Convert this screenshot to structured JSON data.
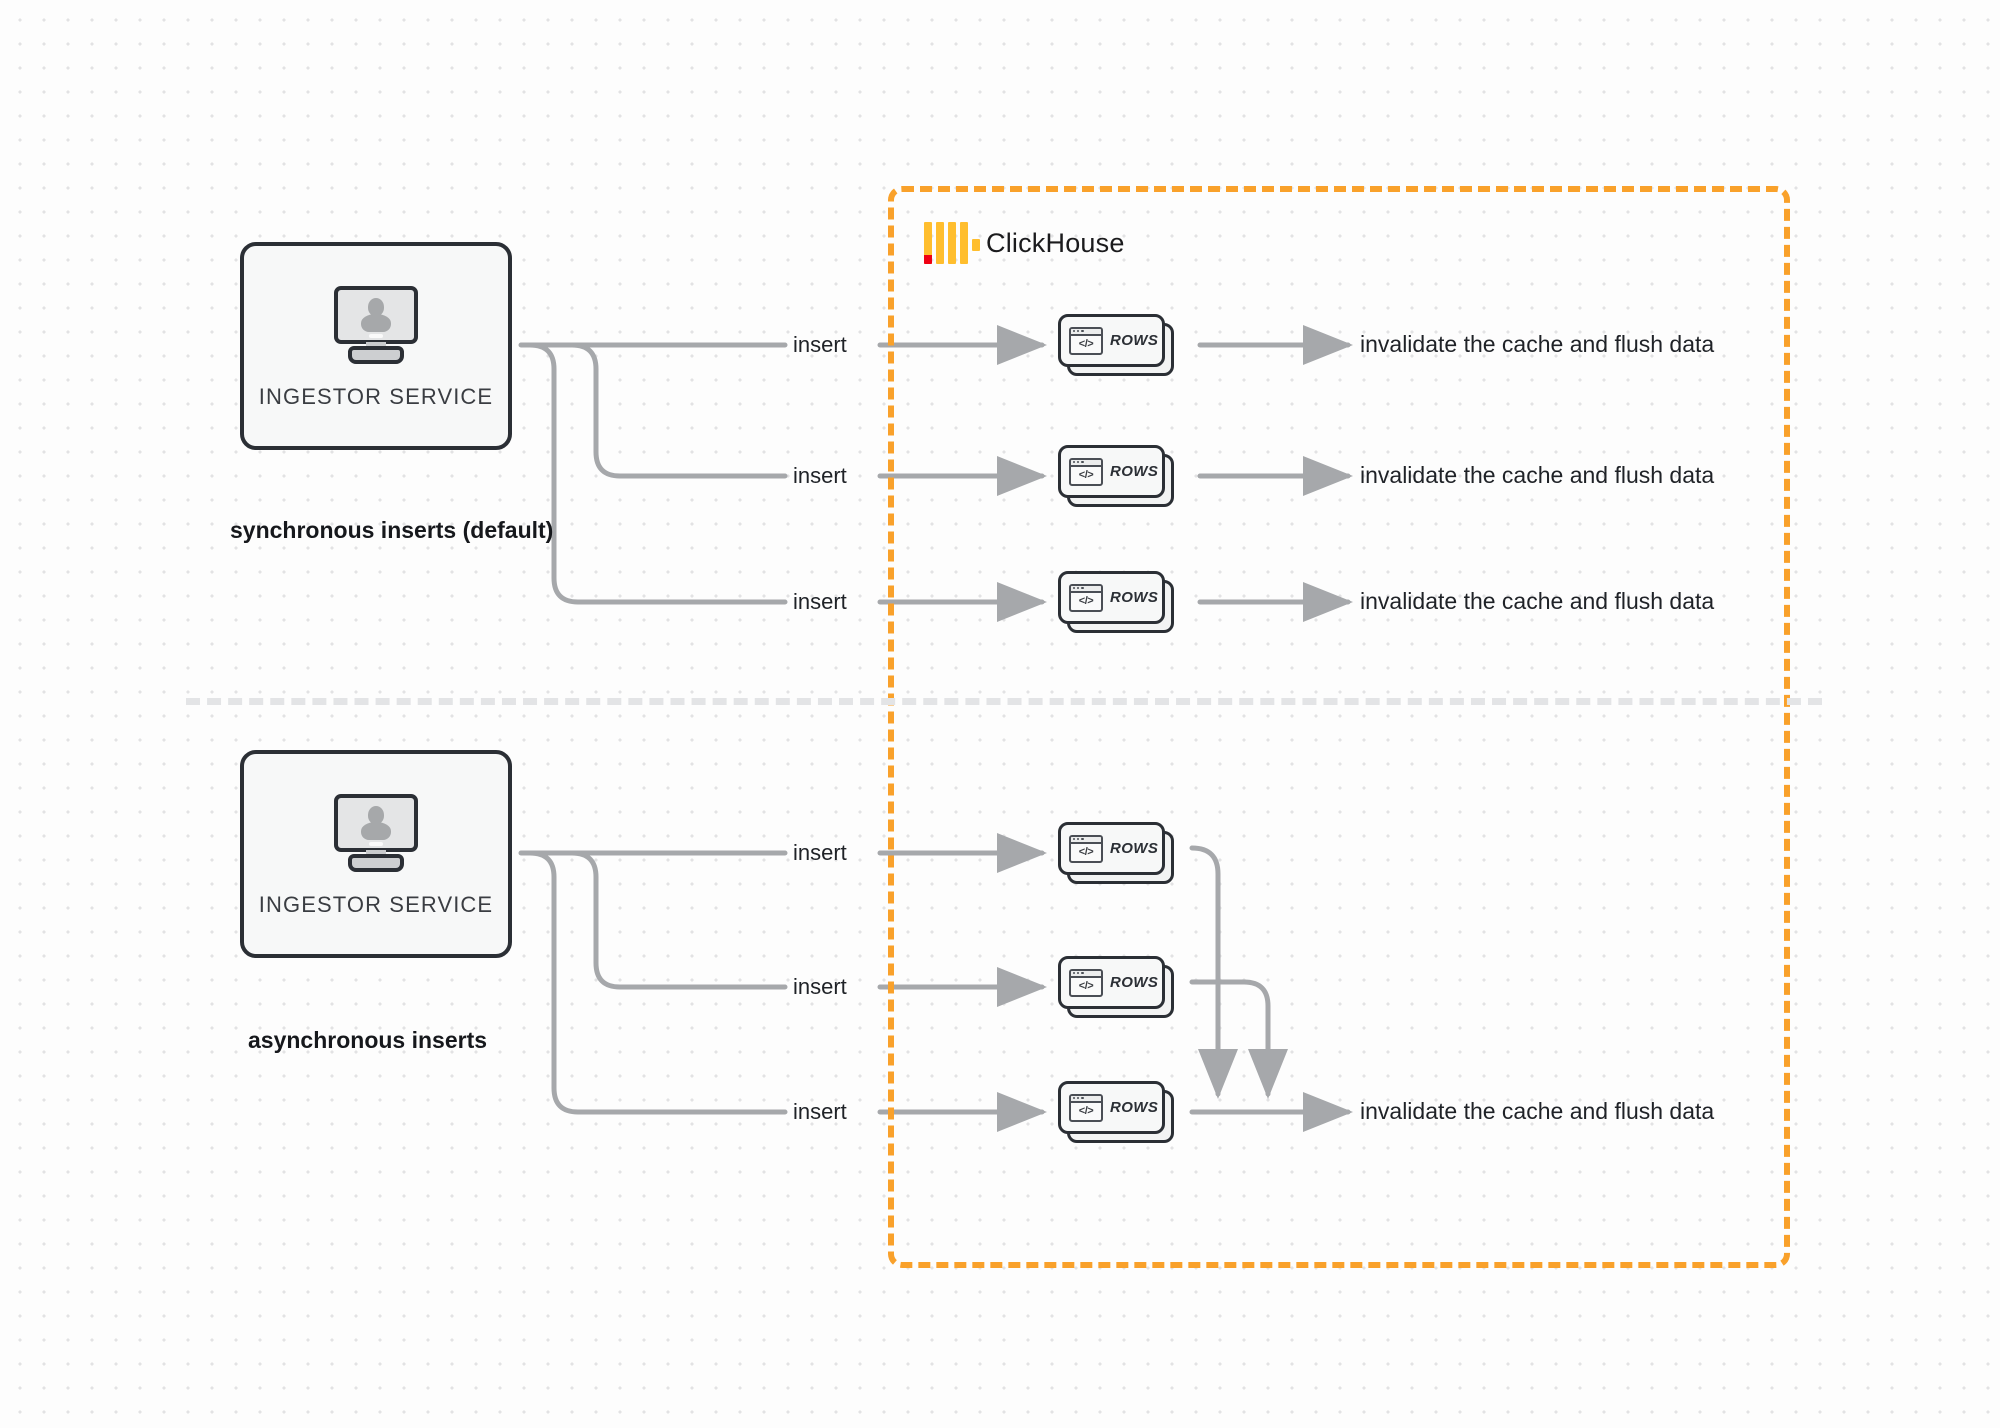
{
  "diagram": {
    "title": "ClickHouse synchronous vs asynchronous inserts",
    "colors": {
      "boundary": "#f9a12b",
      "logo_yellow": "#ffbe2e",
      "logo_red": "#ef0013",
      "node_border": "#2b2f35",
      "wire": "#a6a8ab",
      "background": "#fdfdfd",
      "grid_dot": "#e2e2e4",
      "divider": "#e3e4e6"
    }
  },
  "clickhouse_zone": {
    "logo_name": "clickhouse-logo-icon",
    "label": "ClickHouse"
  },
  "sections": [
    {
      "id": "synchronous",
      "group_label": "synchronous inserts (default)",
      "source": {
        "label": "INGESTOR SERVICE",
        "icon": "monitor-user-icon"
      },
      "rows": [
        {
          "edge_label": "insert",
          "node_label": "ROWS",
          "node_icon": "code-window-icon",
          "out_label": "invalidate the cache and flush data"
        },
        {
          "edge_label": "insert",
          "node_label": "ROWS",
          "node_icon": "code-window-icon",
          "out_label": "invalidate the cache and flush data"
        },
        {
          "edge_label": "insert",
          "node_label": "ROWS",
          "node_icon": "code-window-icon",
          "out_label": "invalidate the cache and flush data"
        }
      ]
    },
    {
      "id": "asynchronous",
      "group_label": "asynchronous inserts",
      "source": {
        "label": "INGESTOR SERVICE",
        "icon": "monitor-user-icon"
      },
      "rows": [
        {
          "edge_label": "insert",
          "node_label": "ROWS",
          "node_icon": "code-window-icon",
          "out_label": ""
        },
        {
          "edge_label": "insert",
          "node_label": "ROWS",
          "node_icon": "code-window-icon",
          "out_label": ""
        },
        {
          "edge_label": "insert",
          "node_label": "ROWS",
          "node_icon": "code-window-icon",
          "out_label": "invalidate the cache and flush data"
        }
      ]
    }
  ]
}
